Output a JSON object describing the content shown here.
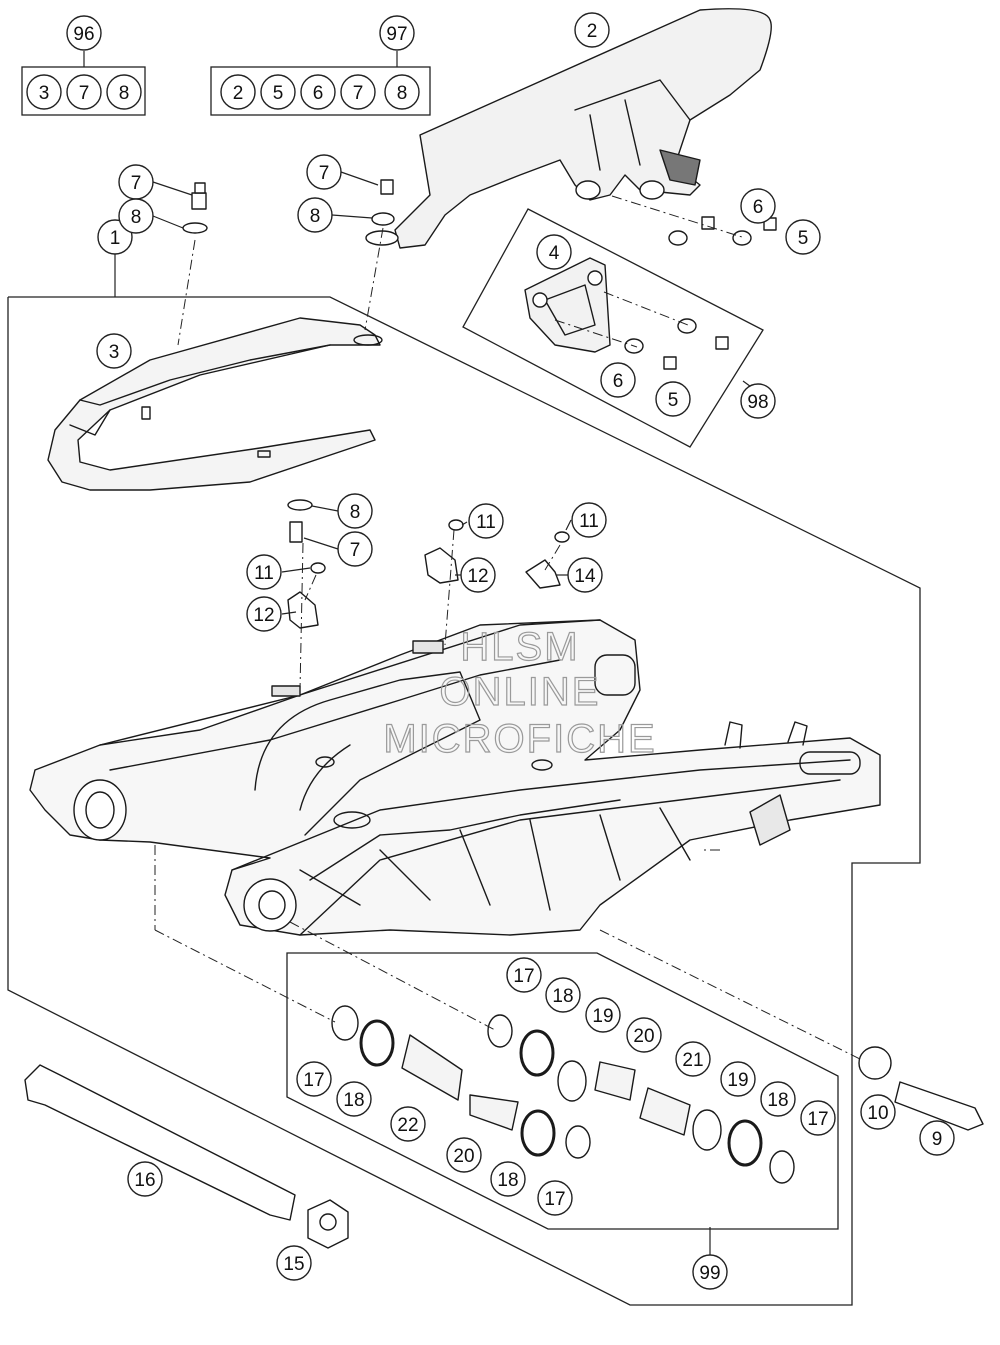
{
  "watermark": {
    "line1": "HLSM",
    "line2": "ONLINE",
    "line3": "MICROFICHE"
  },
  "kits": {
    "k96": {
      "label": "96",
      "contents": [
        "3",
        "7",
        "8"
      ]
    },
    "k97": {
      "label": "97",
      "contents": [
        "2",
        "5",
        "6",
        "7",
        "8"
      ]
    },
    "k98": {
      "label": "98"
    },
    "k99": {
      "label": "99"
    }
  },
  "callouts": {
    "c1": "1",
    "c2": "2",
    "c3": "3",
    "c4": "4",
    "c5a": "5",
    "c5b": "5",
    "c6a": "6",
    "c6b": "6",
    "c7a": "7",
    "c7b": "7",
    "c7c": "7",
    "c8a": "8",
    "c8b": "8",
    "c8c": "8",
    "c9": "9",
    "c10": "10",
    "c11a": "11",
    "c11b": "11",
    "c11c": "11",
    "c12a": "12",
    "c12b": "12",
    "c14": "14",
    "c15": "15",
    "c16": "16",
    "c17a": "17",
    "c17b": "17",
    "c17c": "17",
    "c17d": "17",
    "c18a": "18",
    "c18b": "18",
    "c18c": "18",
    "c18d": "18",
    "c19a": "19",
    "c19b": "19",
    "c20a": "20",
    "c20b": "20",
    "c21": "21",
    "c22": "22"
  }
}
